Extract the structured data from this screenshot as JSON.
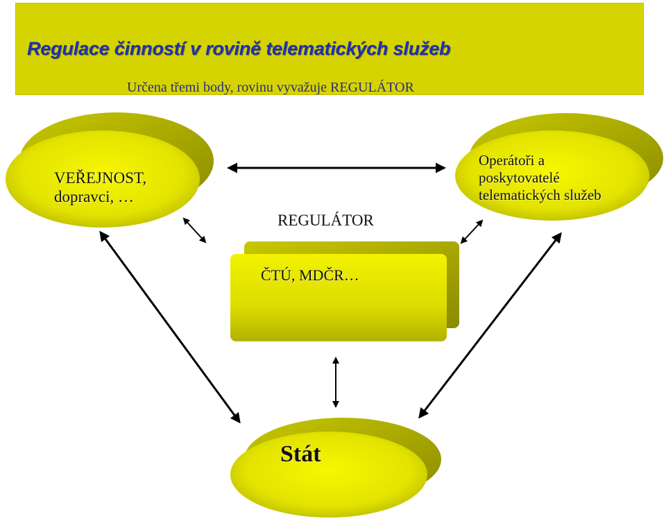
{
  "header": {
    "title": "Regulace činností v rovině telematických služeb",
    "subtitle": "Určena třemi body, rovinu vyvažuje REGULÁTOR"
  },
  "nodes": {
    "verejnost": {
      "lines": [
        "VEŘEJNOST,",
        "dopravci, …"
      ]
    },
    "operatori": {
      "lines": [
        "Operátoři a",
        "poskytovatelé",
        "telematických služeb"
      ]
    },
    "regulator": {
      "label": "REGULÁTOR",
      "text": "ČTÚ, MDČR…"
    },
    "stat": {
      "label": "Stát"
    }
  },
  "colors": {
    "banner": "#d6d400",
    "title": "#1e2fb8",
    "shape_fill": "#e9e900",
    "shape_shadow": "#a8a800",
    "arrow": "#000000"
  }
}
